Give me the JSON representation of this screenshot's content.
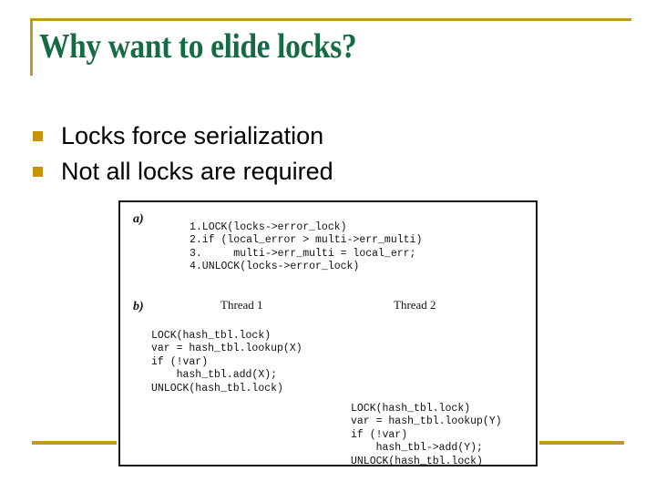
{
  "slide": {
    "title": "Why want to elide locks?",
    "accent_gold": "#BF9A21",
    "bullet_gold": "#C8920A",
    "title_green": "#156B43"
  },
  "bullets": [
    {
      "marker": "square-bullet",
      "text": "Locks force serialization"
    },
    {
      "marker": "square-bullet",
      "text": "Not all locks are required"
    }
  ],
  "figure": {
    "panel_a": {
      "label": "a)",
      "code": "1.LOCK(locks->error_lock)\n2.if (local_error > multi->err_multi)\n3.     multi->err_multi = local_err;\n4.UNLOCK(locks->error_lock)"
    },
    "panel_b": {
      "label": "b)",
      "thread1_heading": "Thread 1",
      "thread2_heading": "Thread 2",
      "thread1_code": "LOCK(hash_tbl.lock)\nvar = hash_tbl.lookup(X)\nif (!var)\n    hash_tbl.add(X);\nUNLOCK(hash_tbl.lock)",
      "thread2_code": "LOCK(hash_tbl.lock)\nvar = hash_tbl.lookup(Y)\nif (!var)\n    hash_tbl->add(Y);\nUNLOCK(hash_tbl.lock)"
    }
  }
}
